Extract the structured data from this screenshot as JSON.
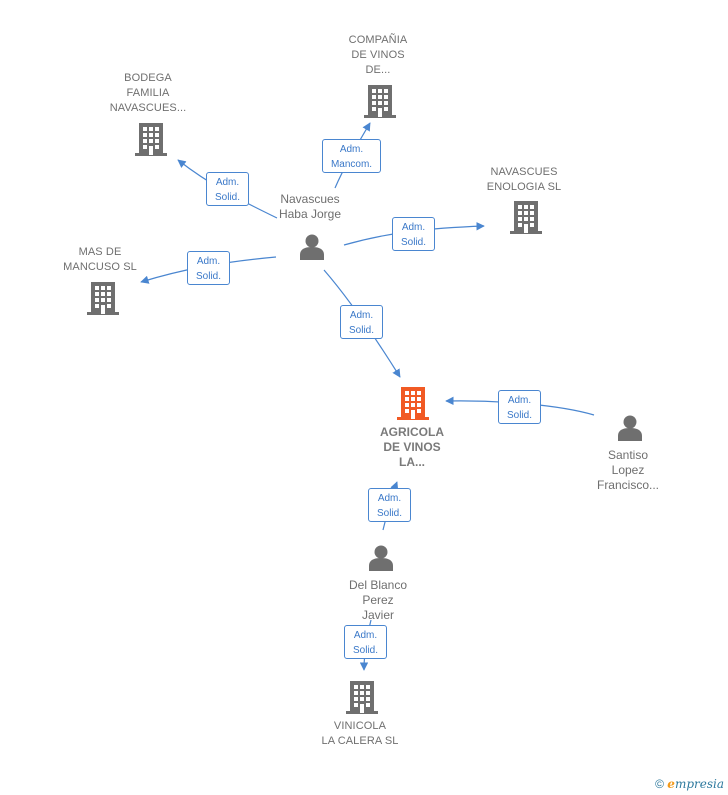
{
  "colors": {
    "edge": "#4a86d0",
    "company": "#6f6f6f",
    "main_company": "#f15a24",
    "person": "#6f6f6f"
  },
  "nodes": {
    "bodega": "BODEGA\nFAMILIA\nNAVASCUES...",
    "compania": "COMPAÑIA\nDE VINOS\nDE...",
    "navascues_enologia": "NAVASCUES\nENOLOGIA  SL",
    "mas_de_mancuso": "MAS DE\nMANCUSO  SL",
    "agricola": "AGRICOLA\nDE VINOS\nLA...",
    "vinicola": "VINICOLA\nLA CALERA  SL",
    "navascues_person": "Navascues\nHaba Jorge",
    "santiso": "Santiso\nLopez\nFrancisco...",
    "del_blanco": "Del Blanco\nPerez\nJavier"
  },
  "edges": {
    "e1": "Adm.\nSolid.",
    "e2": "Adm.\nMancom.",
    "e3": "Adm.\nSolid.",
    "e4": "Adm.\nSolid.",
    "e5": "Adm.\nSolid.",
    "e6": "Adm.\nSolid.",
    "e7": "Adm.\nSolid.",
    "e8": "Adm.\nSolid."
  },
  "footer": {
    "copyright": "©",
    "brand_e": "e",
    "brand_rest": "mpresia"
  }
}
